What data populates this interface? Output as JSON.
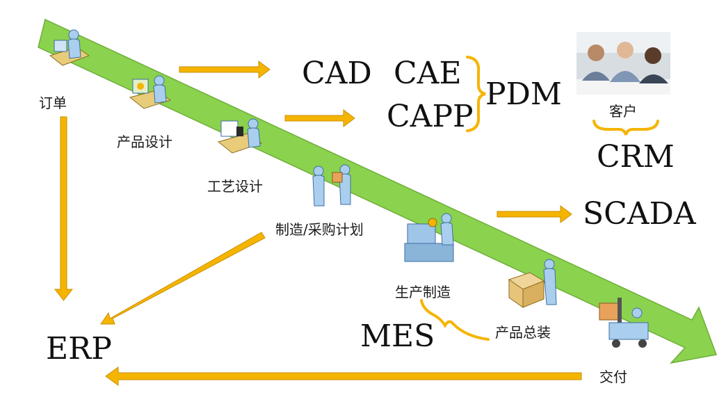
{
  "steps": {
    "order": "订单",
    "product_design": "产品设计",
    "process_design": "工艺设计",
    "planning": "制造/采购计划",
    "production": "生产制造",
    "assembly": "产品总装",
    "delivery": "交付",
    "customer": "客户"
  },
  "systems": {
    "cad": "CAD",
    "cae": "CAE",
    "capp": "CAPP",
    "pdm": "PDM",
    "crm": "CRM",
    "scada": "SCADA",
    "mes": "MES",
    "erp": "ERP"
  },
  "colors": {
    "band": "#8bd24e",
    "band_stroke": "#6fae3a",
    "arrow": "#f5b400",
    "arrow_stroke": "#c98f00",
    "figure": "#aacfee",
    "figure_dark": "#3d6ea3"
  }
}
